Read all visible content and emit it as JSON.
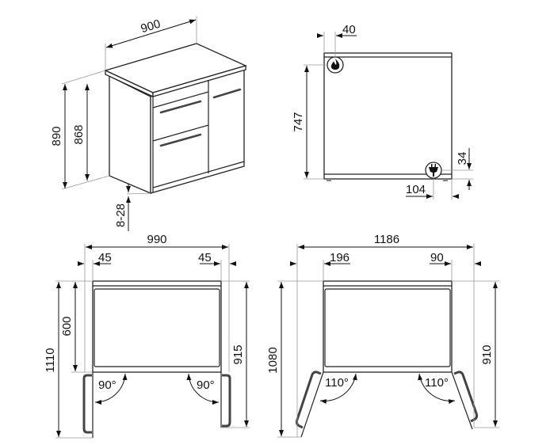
{
  "perspective_view": {
    "width": "900",
    "height_total": "890",
    "height_body": "868",
    "feet": "8-28"
  },
  "side_view": {
    "gas_offset": "40",
    "gas_height": "747",
    "electric_height": "34",
    "electric_offset": "104",
    "gas_icon": "flame-icon",
    "electric_icon": "plug-icon"
  },
  "door_90_view": {
    "total_width": "990",
    "left_offset": "45",
    "right_offset": "45",
    "total_height": "1110",
    "depth": "600",
    "right_height": "915",
    "left_angle": "90°",
    "right_angle": "90°"
  },
  "door_110_view": {
    "total_width": "1186",
    "left_offset": "196",
    "right_offset": "90",
    "total_height": "1080",
    "right_height": "910",
    "left_angle": "110°",
    "right_angle": "110°"
  }
}
